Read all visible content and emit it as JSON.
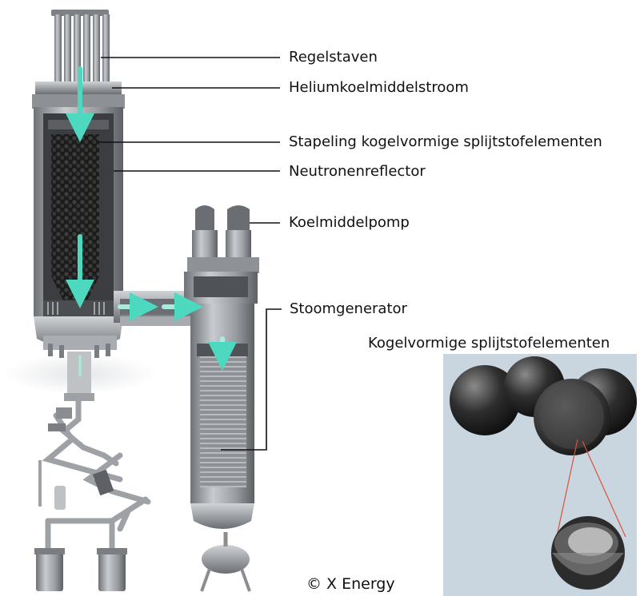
{
  "labels": {
    "regelstaven": "Regelstaven",
    "helium": "Heliumkoelmiddelstroom",
    "stapeling": "Stapeling kogelvormige splijtstofelementen",
    "reflector": "Neutronenreflector",
    "pomp": "Koelmiddelpomp",
    "stoomgenerator": "Stoomgenerator"
  },
  "inset_title": "Kogelvormige splijtstofelementen",
  "credit": "© X Energy",
  "colors": {
    "flow_arrow": "#4dd9c0",
    "leader_line": "#111111",
    "steel": "#9a9ea3",
    "pebble_bed": "#2a2a2a",
    "inset_bg": "#c9d5df",
    "cut_marker": "#d9523a"
  }
}
